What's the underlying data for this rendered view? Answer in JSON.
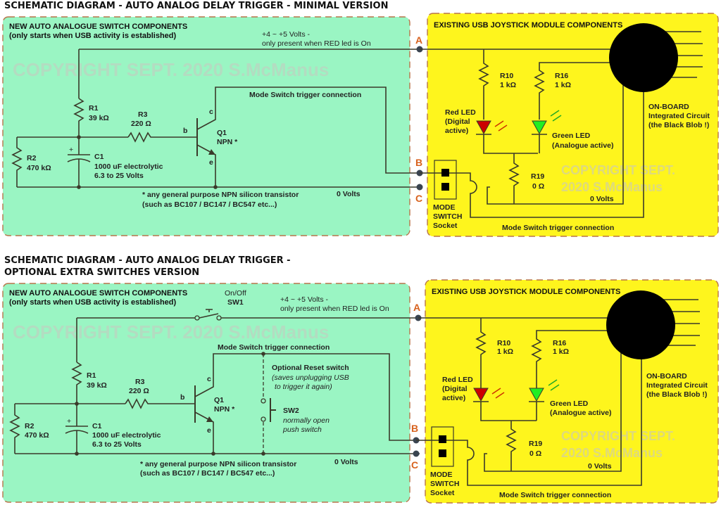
{
  "diagram1": {
    "title": "SCHEMATIC DIAGRAM - AUTO ANALOG DELAY TRIGGER - MINIMAL VERSION",
    "green_panel": {
      "heading1": "NEW AUTO ANALOGUE SWITCH COMPONENTS",
      "heading2": "(only starts when USB activity is established)",
      "supply1": "+4 ~ +5 Volts -",
      "supply2": "only present when RED led is On",
      "watermark": "COPYRIGHT SEPT. 2020 S.McManus",
      "r1_name": "R1",
      "r1_value": "39 kΩ",
      "r2_name": "R2",
      "r2_value": "470 kΩ",
      "r3_name": "R3",
      "r3_value": "220 Ω",
      "c1_name": "C1",
      "c1_value": "1000 uF electrolytic",
      "c1_rating": "6.3 to 25 Volts",
      "c1_plus": "+",
      "q1_name": "Q1",
      "q1_type": "NPN *",
      "pin_b": "b",
      "pin_c": "c",
      "pin_e": "e",
      "trigger": "Mode Switch trigger connection",
      "ground": "0 Volts",
      "note1": "* any general purpose NPN silicon transistor",
      "note2": "(such as BC107 / BC147 / BC547 etc...)"
    },
    "connectors": {
      "a": "A",
      "b": "B",
      "c": "C"
    },
    "yellow_panel": {
      "heading": "EXISTING USB JOYSTICK MODULE COMPONENTS",
      "r10_name": "R10",
      "r10_value": "1 kΩ",
      "r16_name": "R16",
      "r16_value": "1 kΩ",
      "r19_name": "R19",
      "r19_value": "0 Ω",
      "red_led1": "Red LED",
      "red_led2": "(Digital",
      "red_led3": "active)",
      "green_led1": "Green LED",
      "green_led2": "(Analogue active)",
      "ic1": "ON-BOARD",
      "ic2": "Integrated Circuit",
      "ic3": "(the Black Blob !)",
      "ground": "0 Volts",
      "trigger": "Mode Switch trigger connection",
      "socket1": "MODE",
      "socket2": "SWITCH",
      "socket3": "Socket",
      "watermark1": "COPYRIGHT SEPT.",
      "watermark2": "2020 S.McManus"
    }
  },
  "diagram2": {
    "title1": "SCHEMATIC DIAGRAM - AUTO ANALOG DELAY TRIGGER -",
    "title2": "OPTIONAL EXTRA SWITCHES VERSION",
    "green_panel": {
      "heading1": "NEW AUTO ANALOGUE SWITCH COMPONENTS",
      "heading2": "(only starts when USB activity is established)",
      "sw1_label1": "On/Off",
      "sw1_label2": "SW1",
      "supply1": "+4 ~ +5 Volts -",
      "supply2": "only present when RED led is On",
      "watermark": "COPYRIGHT SEPT. 2020 S.McManus",
      "r1_name": "R1",
      "r1_value": "39 kΩ",
      "r2_name": "R2",
      "r2_value": "470 kΩ",
      "r3_name": "R3",
      "r3_value": "220 Ω",
      "c1_name": "C1",
      "c1_value": "1000 uF electrolytic",
      "c1_rating": "6.3 to 25 Volts",
      "c1_plus": "+",
      "q1_name": "Q1",
      "q1_type": "NPN *",
      "pin_b": "b",
      "pin_c": "c",
      "pin_e": "e",
      "trigger": "Mode Switch trigger connection",
      "reset1": "Optional Reset switch",
      "reset2": "(saves unplugging USB",
      "reset3": "to trigger it again)",
      "sw2_name": "SW2",
      "sw2_desc1": "normally open",
      "sw2_desc2": "push switch",
      "ground": "0 Volts",
      "note1": "* any general purpose NPN silicon transistor",
      "note2": "(such as BC107 / BC147 / BC547 etc...)"
    },
    "connectors": {
      "a": "A",
      "b": "B",
      "c": "C"
    },
    "yellow_panel": {
      "heading": "EXISTING USB JOYSTICK MODULE COMPONENTS",
      "r10_name": "R10",
      "r10_value": "1 kΩ",
      "r16_name": "R16",
      "r16_value": "1 kΩ",
      "r19_name": "R19",
      "r19_value": "0 Ω",
      "red_led1": "Red LED",
      "red_led2": "(Digital",
      "red_led3": "active)",
      "green_led1": "Green LED",
      "green_led2": "(Analogue active)",
      "ic1": "ON-BOARD",
      "ic2": "Integrated Circuit",
      "ic3": "(the Black Blob !)",
      "ground": "0 Volts",
      "trigger": "Mode Switch trigger connection",
      "socket1": "MODE",
      "socket2": "SWITCH",
      "socket3": "Socket",
      "watermark1": "COPYRIGHT SEPT.",
      "watermark2": "2020 S.McManus"
    }
  },
  "colors": {
    "green_panel": "#9af5c3",
    "yellow_panel": "#fef51d",
    "panel_border": "#b8744a",
    "connector_label": "#d8621e",
    "red_led": "#cc0000",
    "green_led": "#22ee22",
    "ic_blob": "#000000"
  }
}
